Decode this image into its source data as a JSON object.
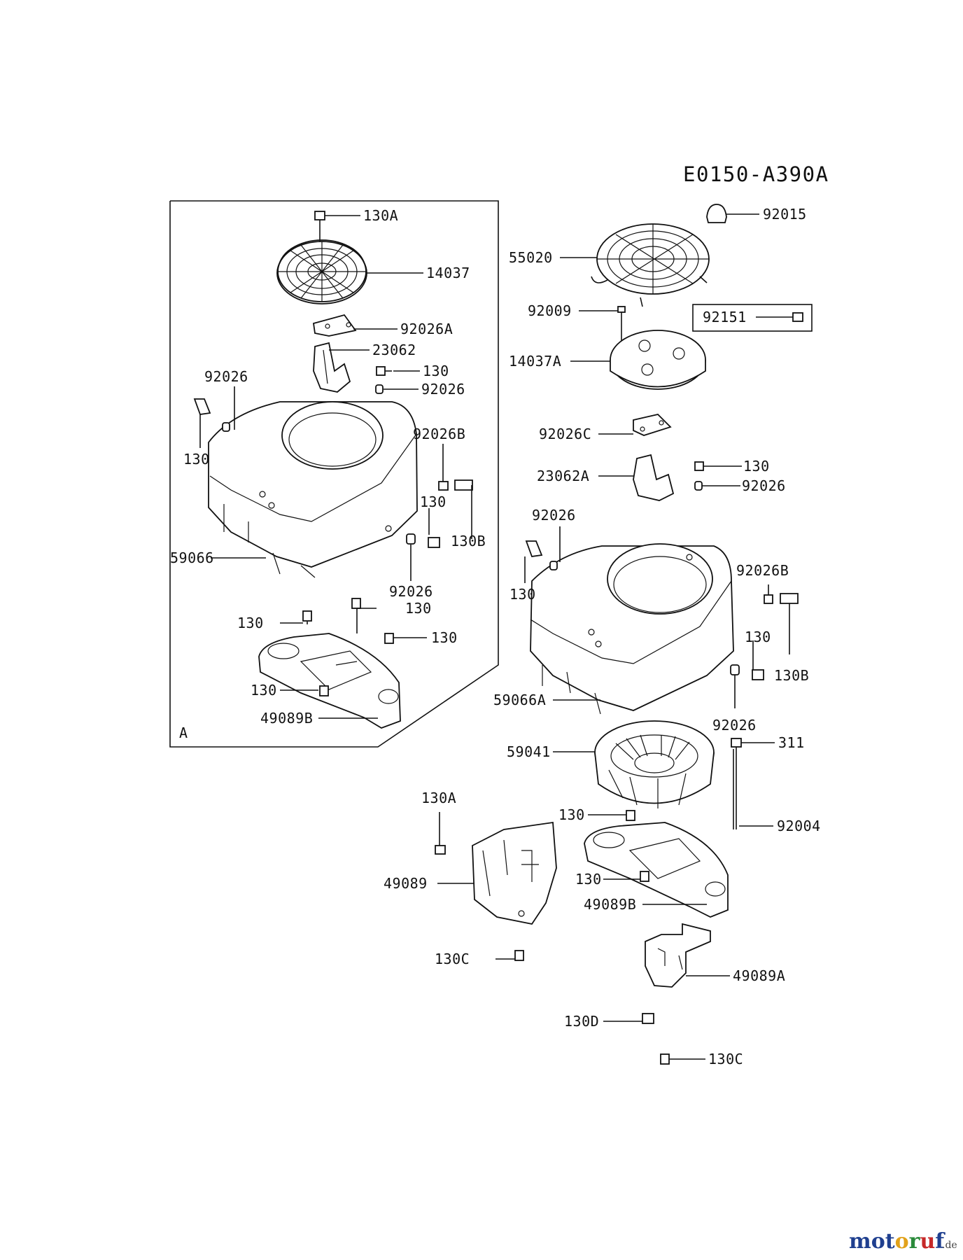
{
  "diagram_code": "E0150-A390A",
  "inset_label": "A",
  "watermark": {
    "text": "motoruf",
    "suffix": ".de",
    "letters": [
      {
        "ch": "m",
        "color": "#1f3f8f"
      },
      {
        "ch": "o",
        "color": "#1f3f8f"
      },
      {
        "ch": "t",
        "color": "#1f3f8f"
      },
      {
        "ch": "o",
        "color": "#e2a21a"
      },
      {
        "ch": "r",
        "color": "#2a8a3a"
      },
      {
        "ch": "u",
        "color": "#c62828"
      },
      {
        "ch": "f",
        "color": "#1f3f8f"
      }
    ]
  },
  "inset_parts": [
    {
      "id": "i1",
      "number": "130A"
    },
    {
      "id": "i2",
      "number": "14037"
    },
    {
      "id": "i3",
      "number": "92026A"
    },
    {
      "id": "i4",
      "number": "23062"
    },
    {
      "id": "i5",
      "number": "130"
    },
    {
      "id": "i6",
      "number": "92026"
    },
    {
      "id": "i7",
      "number": "92026"
    },
    {
      "id": "i8",
      "number": "130"
    },
    {
      "id": "i9",
      "number": "92026B"
    },
    {
      "id": "i10",
      "number": "130"
    },
    {
      "id": "i11",
      "number": "130B"
    },
    {
      "id": "i12",
      "number": "59066"
    },
    {
      "id": "i13",
      "number": "92026"
    },
    {
      "id": "i14",
      "number": "130"
    },
    {
      "id": "i15",
      "number": "130"
    },
    {
      "id": "i16",
      "number": "130"
    },
    {
      "id": "i17",
      "number": "130"
    },
    {
      "id": "i18",
      "number": "49089B"
    }
  ],
  "main_parts": [
    {
      "id": "m1",
      "number": "92015"
    },
    {
      "id": "m2",
      "number": "55020"
    },
    {
      "id": "m3",
      "number": "92009"
    },
    {
      "id": "m4",
      "number": "92151"
    },
    {
      "id": "m5",
      "number": "14037A"
    },
    {
      "id": "m6",
      "number": "92026C"
    },
    {
      "id": "m7",
      "number": "130"
    },
    {
      "id": "m8",
      "number": "23062A"
    },
    {
      "id": "m9",
      "number": "92026"
    },
    {
      "id": "m10",
      "number": "92026"
    },
    {
      "id": "m11",
      "number": "92026B"
    },
    {
      "id": "m12",
      "number": "130"
    },
    {
      "id": "m13",
      "number": "130"
    },
    {
      "id": "m14",
      "number": "130B"
    },
    {
      "id": "m15",
      "number": "59066A"
    },
    {
      "id": "m16",
      "number": "92026"
    },
    {
      "id": "m17",
      "number": "311"
    },
    {
      "id": "m18",
      "number": "59041"
    },
    {
      "id": "m19",
      "number": "130A"
    },
    {
      "id": "m20",
      "number": "130"
    },
    {
      "id": "m21",
      "number": "92004"
    },
    {
      "id": "m22",
      "number": "130"
    },
    {
      "id": "m23",
      "number": "49089"
    },
    {
      "id": "m24",
      "number": "49089B"
    },
    {
      "id": "m25",
      "number": "130C"
    },
    {
      "id": "m26",
      "number": "49089A"
    },
    {
      "id": "m27",
      "number": "130D"
    },
    {
      "id": "m28",
      "number": "130C"
    }
  ]
}
